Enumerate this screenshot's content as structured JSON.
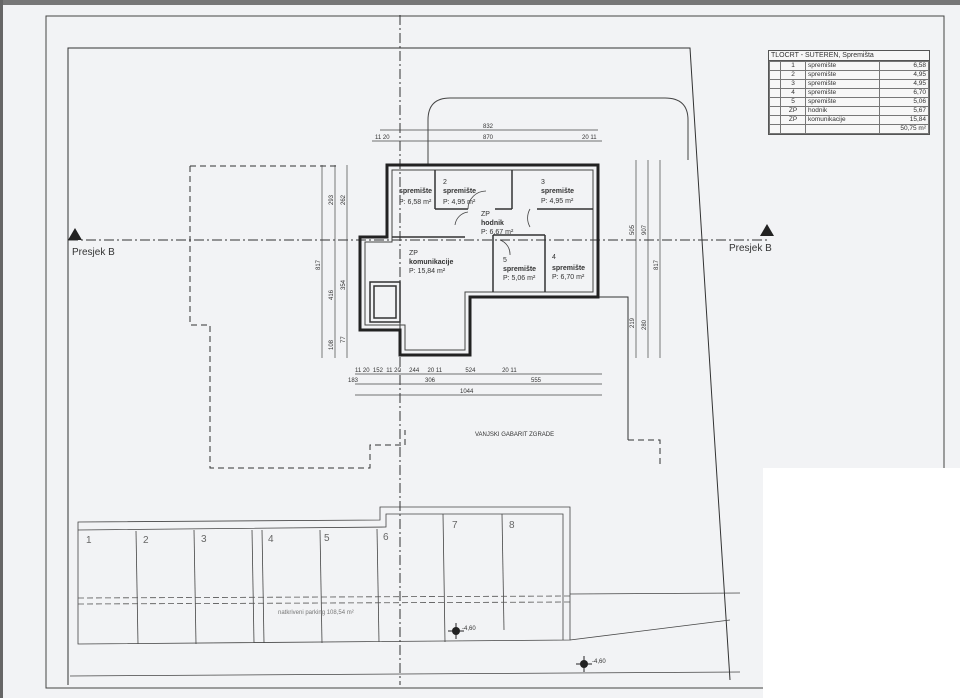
{
  "legend": {
    "title": "TLOCRT - SUTEREN, Spremišta",
    "rows": [
      {
        "id": "1",
        "name": "spremište",
        "area": "6,58"
      },
      {
        "id": "2",
        "name": "spremište",
        "area": "4,95"
      },
      {
        "id": "3",
        "name": "spremište",
        "area": "4,95"
      },
      {
        "id": "4",
        "name": "spremište",
        "area": "6,70"
      },
      {
        "id": "5",
        "name": "spremište",
        "area": "5,06"
      },
      {
        "id": "ZP",
        "name": "hodnik",
        "area": "5,67"
      },
      {
        "id": "ZP",
        "name": "komunikacije",
        "area": "15,84"
      }
    ],
    "total": "50,75 m²"
  },
  "rooms": {
    "r1": {
      "name": "spremište",
      "area": "P: 6,58 m²"
    },
    "r2": {
      "num": "2",
      "name": "spremište",
      "area": "P: 4,95 m²"
    },
    "r3": {
      "num": "3",
      "name": "spremište",
      "area": "P: 4,95 m²"
    },
    "hodnik": {
      "zone": "ZP",
      "name": "hodnik",
      "area": "P: 6,67 m²"
    },
    "kom": {
      "zone": "ZP",
      "name": "komunikacije",
      "area": "P: 15,84 m²"
    },
    "r5": {
      "num": "5",
      "name": "spremište",
      "area": "P: 5,06 m²"
    },
    "r4": {
      "num": "4",
      "name": "spremište",
      "area": "P: 6,70 m²"
    }
  },
  "dims": {
    "top_total": "832",
    "top_inner": "870",
    "top_left": "11 20",
    "top_right": "20 11",
    "bottom_row": "11 20  152  11 20     244     20 11              524                20 11",
    "b183": "183",
    "b306": "306",
    "b555": "555",
    "b1044": "1044",
    "l817": "817",
    "l293": "293",
    "l416": "416",
    "l108": "108",
    "l262": "262",
    "l354": "354",
    "l77": "77",
    "r505": "505",
    "r907": "907",
    "r817": "817",
    "r219": "219",
    "r280": "280"
  },
  "section_label": "Presjek B",
  "outline_label": "VANJSKI GABARIT ZGRADE",
  "parking": {
    "spaces": [
      "1",
      "2",
      "3",
      "4",
      "5",
      "6",
      "7",
      "8"
    ],
    "label": "natkriveni parking 108,54 m²",
    "level1": "-4,60",
    "level2": "-4,60"
  }
}
